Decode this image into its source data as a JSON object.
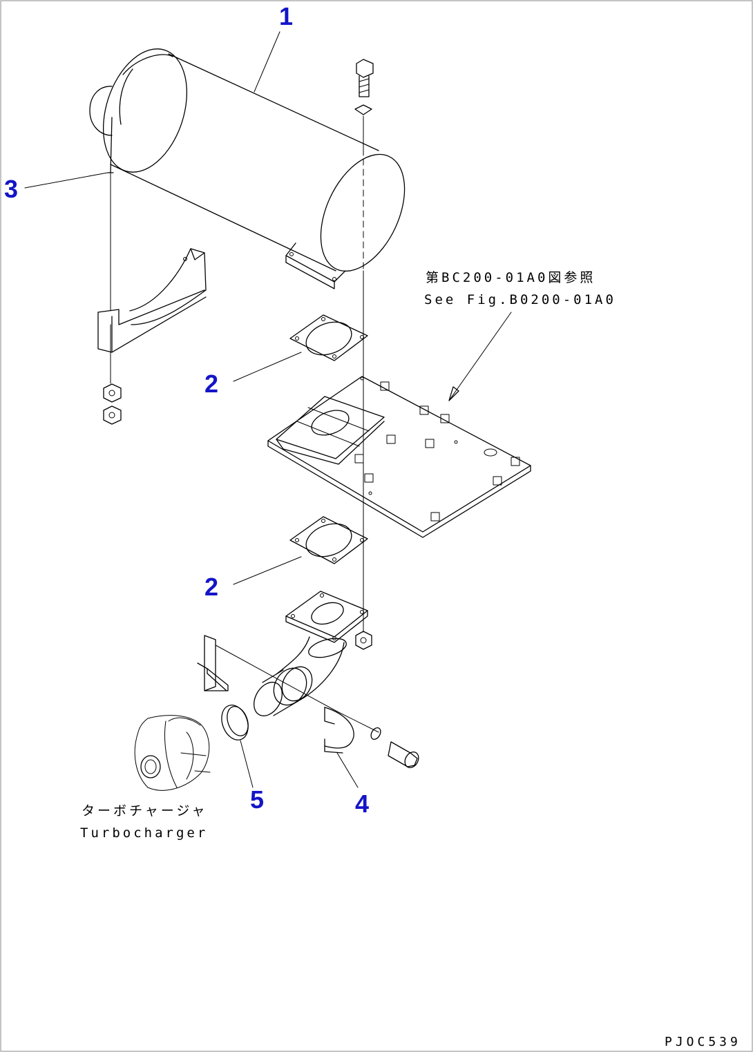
{
  "callouts": {
    "c1": "1",
    "c2a": "2",
    "c2b": "2",
    "c3": "3",
    "c4": "4",
    "c5": "5"
  },
  "notes": {
    "ref_jp": "第BC200-01A0図参照",
    "ref_en": "See Fig.B0200-01A0",
    "turbo_jp": "ターボチャージャ",
    "turbo_en": "Turbocharger"
  },
  "doc_id": "PJOC539",
  "colors": {
    "callout": "#1414c8",
    "line": "#000000",
    "background": "#ffffff"
  }
}
